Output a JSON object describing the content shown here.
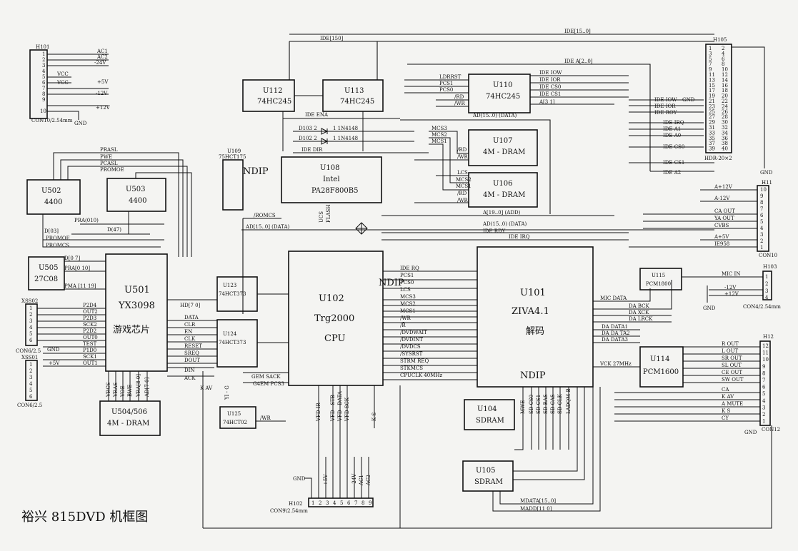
{
  "title": "裕兴 815DVD 机框图",
  "chips": {
    "U101": [
      "U101",
      "ZIVA4.1",
      "解码"
    ],
    "U102": [
      "U102",
      "Trg2000",
      "CPU"
    ],
    "U501": [
      "U501",
      "YX3098",
      "游戏芯片"
    ],
    "U108": [
      "U108",
      "Intel",
      "PA28F800B5"
    ],
    "U110": [
      "U110",
      "74HC245"
    ],
    "U112": [
      "U112",
      "74HC245"
    ],
    "U113": [
      "U113",
      "74HC245"
    ],
    "U107": [
      "U107",
      "4M - DRAM"
    ],
    "U106": [
      "U106",
      "4M - DRAM"
    ],
    "U502": [
      "U502",
      "4400"
    ],
    "U503": [
      "U503",
      "4400"
    ],
    "U505": [
      "U505",
      "27C08"
    ],
    "U504": [
      "U504/506",
      "4M - DRAM"
    ],
    "U123": [
      "U123",
      "74HCT373"
    ],
    "U124": [
      "U124",
      "74HCT373"
    ],
    "U125": [
      "U125",
      "74HCT02"
    ],
    "U104": [
      "U104",
      "SDRAM"
    ],
    "U105": [
      "U105",
      "SDRAM"
    ],
    "U115": [
      "U115",
      "PCM1800"
    ],
    "U114": [
      "U114",
      "PCM1600"
    ],
    "U109": [
      "U109",
      "75HCT175"
    ]
  },
  "ndip": [
    "NDIP",
    "NDIP",
    "NDIP"
  ],
  "connectors": {
    "H101": {
      "name": "H101",
      "caption": "CON10/2.54mm",
      "pins": [
        "1",
        "2",
        "3",
        "4",
        "5",
        "6",
        "7",
        "8",
        "9",
        "10"
      ],
      "signals": [
        "AC1",
        "AC2",
        "-24V",
        "VCC",
        "VCC",
        "+5V",
        "-12V",
        "+12V"
      ],
      "gnd": "GND"
    },
    "H105": {
      "name": "H105",
      "caption": "HDR-20×2",
      "left_pins": [
        "1",
        "3",
        "5",
        "7",
        "9",
        "11",
        "13",
        "15",
        "17",
        "19",
        "21",
        "23",
        "25",
        "27",
        "29",
        "31",
        "33",
        "35",
        "37",
        "39"
      ],
      "right_pins": [
        "2",
        "4",
        "6",
        "8",
        "10",
        "12",
        "14",
        "16",
        "18",
        "20",
        "22",
        "24",
        "26",
        "28",
        "30",
        "32",
        "34",
        "36",
        "38",
        "40"
      ],
      "signals": [
        "IDE IOW",
        "GND",
        "IDE IOR",
        "IDE ROY",
        "IDE IRQ",
        "IDE A1",
        "IDE A0",
        "IDE CS0",
        "IDE CS1",
        "IDE A2"
      ],
      "gnd": "GND"
    },
    "H11": {
      "name": "H11",
      "caption": "CON10",
      "pins": [
        "10",
        "9",
        "8",
        "7",
        "6",
        "5",
        "4",
        "3",
        "2",
        "1"
      ],
      "signals": [
        "A+12V",
        "A-12V",
        "CA OUT",
        "YA OUT",
        "CVBS",
        "A+5V",
        "IE958"
      ]
    },
    "H103": {
      "name": "H103",
      "caption": "CON4/2.54mm",
      "pins": [
        "1",
        "2",
        "3",
        "4"
      ],
      "signals": [
        "MIC IN",
        "-12V",
        "+12V"
      ],
      "gnd": "GND"
    },
    "H12": {
      "name": "H12",
      "caption": "CON12",
      "pins": [
        "12",
        "11",
        "10",
        "9",
        "8",
        "7",
        "6",
        "5",
        "4",
        "3",
        "2",
        "1"
      ],
      "signals": [
        "R OUT",
        "L OUT",
        "SR OUT",
        "SL OUT",
        "CE OUT",
        "SW OUT",
        "CA",
        "K AV",
        "A MUTE",
        "K S",
        "CY"
      ],
      "gnd": "GND"
    },
    "H102": {
      "name": "H102",
      "caption": "CON9\\2.54mm",
      "pins": [
        "1",
        "2",
        "3",
        "4",
        "5",
        "6",
        "7",
        "8",
        "9"
      ],
      "signals": [
        "+5V",
        "-24V",
        "AC1",
        "AC2"
      ],
      "gnd": "GND"
    },
    "XSS02": {
      "name": "XSS02",
      "caption": "CON6/2.5",
      "pins": [
        "1",
        "2",
        "3",
        "4",
        "5",
        "6"
      ],
      "gnd": "GND"
    },
    "XSS01": {
      "name": "XSS01",
      "caption": "CON6/2.5",
      "pins": [
        "1",
        "2",
        "3",
        "4",
        "5",
        "6"
      ],
      "signals": [
        "+5V"
      ]
    }
  },
  "diodes": {
    "d1": "D103 2",
    "d1v": "1 1N4148",
    "d2": "D102 2",
    "d2v": "1 1N4148"
  },
  "signals": {
    "ide_bus": "IDE[15..0]",
    "ide_bus2": "IDE[150]",
    "ide_a": "IDE A[2..0]",
    "ide_ena": "IDE ENA",
    "ide_dir": "IDE DIR",
    "ide_rdy": "IDE RDY",
    "ide_irq": "IDE IRQ",
    "ldrrst": "LDRRST",
    "pcs1": "PCS1",
    "pcs0": "PCS0",
    "rd": "/RD",
    "wr": "/WR",
    "u110_ide": [
      "IDE IOW",
      "IDE IOR",
      "IDE CS0",
      "IDE CS1",
      "A[3 1]"
    ],
    "ad_data": "AD(15..0) (DATA)",
    "ad_data2": "AD(15..0) (DATA)",
    "ad_data3": "AD[15..0] (DATA)",
    "a_add": "A[19..0] (ADD)",
    "mcs": [
      "MCS3",
      "MCS2",
      "MCS1"
    ],
    "u107_in": [
      "/RD",
      "/WR"
    ],
    "u106_in": [
      "LCS",
      "MCS2",
      "MCS1",
      "/RD",
      "/WR"
    ],
    "romcs": "/ROMCS",
    "ucs": "UCS",
    "flash": "FLASH",
    "u102_left": [
      "DATA",
      "CLR",
      "EN",
      "CLK",
      "RESET",
      "SREQ",
      "DOUT"
    ],
    "hd": "HD[7 0]",
    "din": "DIN",
    "ack": "ACK",
    "gem_sack": "GEM SACK",
    "g4em": "G4EM PCS3",
    "kav": "K AV",
    "yig": "YI - G",
    "wr2": "/WR",
    "ks": "K S",
    "vfd": [
      "VFD IR",
      "VFD - STB",
      "VFD - DATA",
      "VFD SCK"
    ],
    "u102_right": [
      "IDE RQ",
      "PCS1",
      "PCS0",
      "LCS",
      "MCS3",
      "MCS2",
      "MCS1",
      "/WR",
      "/R̄",
      "/DVDWAIT",
      "/DVDINT",
      "/DVDCS",
      "/SYSRST",
      "STRM REQ",
      "STKMCS",
      "CPUCLK 40MHz"
    ],
    "u501_left": [
      "P2D4",
      "OUT2",
      "P2D3",
      "SCK2",
      "P2D2",
      "OUT0",
      "TEST",
      "P1D0",
      "SCK1",
      "OUT1"
    ],
    "u501_bottom": [
      "VRCS",
      "VRAS",
      "VOE",
      "BWE",
      "VRA[8 0]",
      "AD[7 0]"
    ],
    "u501_top": [
      "PRASL",
      "PWE",
      "PCASL",
      "PROMOE"
    ],
    "pra": "PRA(010)",
    "d03": "D[03]",
    "d47": "D(47)",
    "promoe": "PROMOE",
    "promcs": "PROMCS",
    "d07": "D[0 7]",
    "pra010": "PRA[0 10]",
    "pma": "PMA [11 19]",
    "u101_right": [
      "MIC DATA",
      "DA BCK",
      "DA XCK",
      "DA LRCK",
      "DA DATA1",
      "DA DA TA2",
      "DA DATA3"
    ],
    "vck": "VCK 27MHz",
    "u104_sig": [
      "MWE",
      "SD CS0",
      "SD CS1",
      "SD RAS",
      "SD CAS",
      "SD CLK",
      "LADQM B"
    ],
    "mdata": "MDATA[15..0]",
    "madd": "MADD[11 0]"
  }
}
